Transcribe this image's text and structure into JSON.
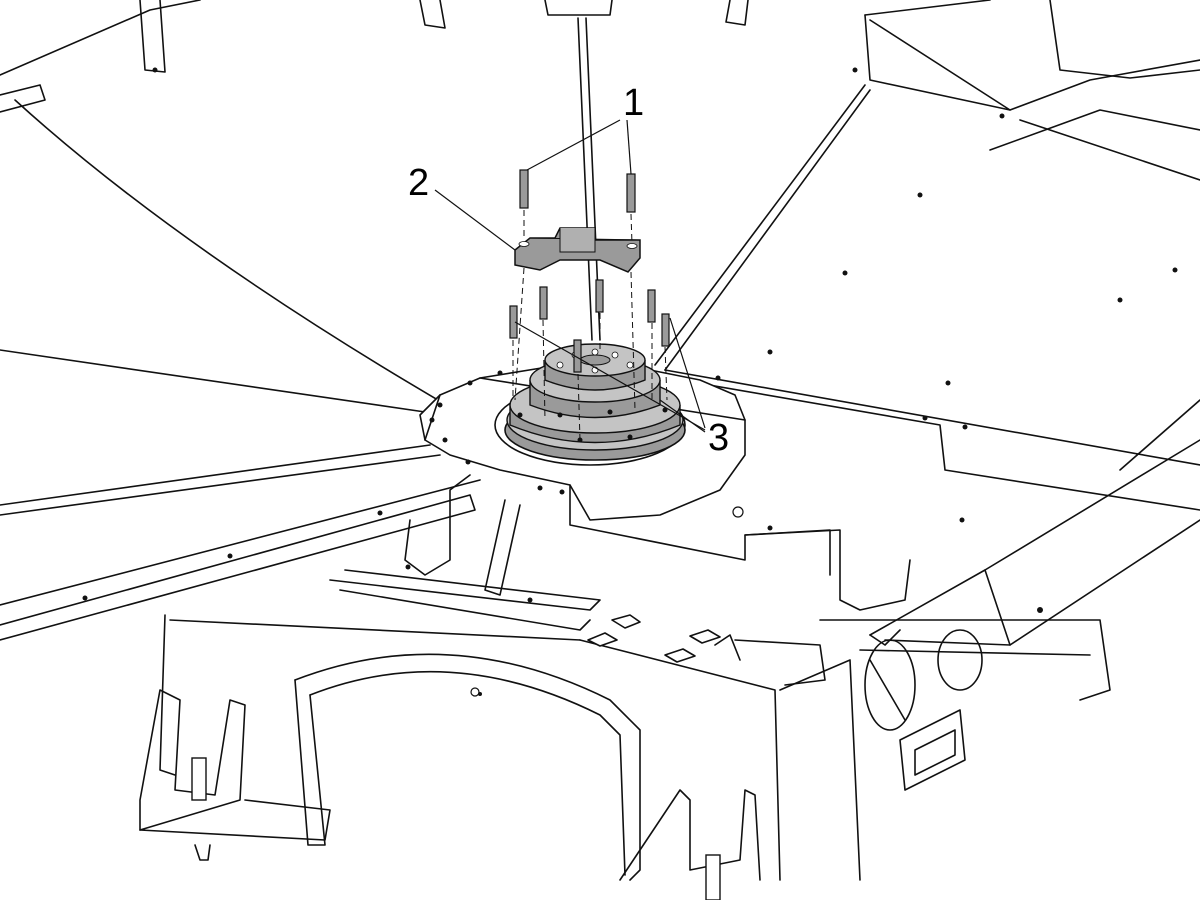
{
  "callouts": [
    {
      "id": "1",
      "label": "1"
    },
    {
      "id": "2",
      "label": "2"
    },
    {
      "id": "3",
      "label": "3"
    }
  ],
  "colors": {
    "line": "#111111",
    "part_fill": "#9a9a9a",
    "part_highlight": "#c4c4c4",
    "background": "#ffffff"
  },
  "icons": {
    "bolt": "socket-head-cap-screw-icon",
    "bracket": "bracket-icon",
    "bearing": "rotary-bearing-icon"
  }
}
